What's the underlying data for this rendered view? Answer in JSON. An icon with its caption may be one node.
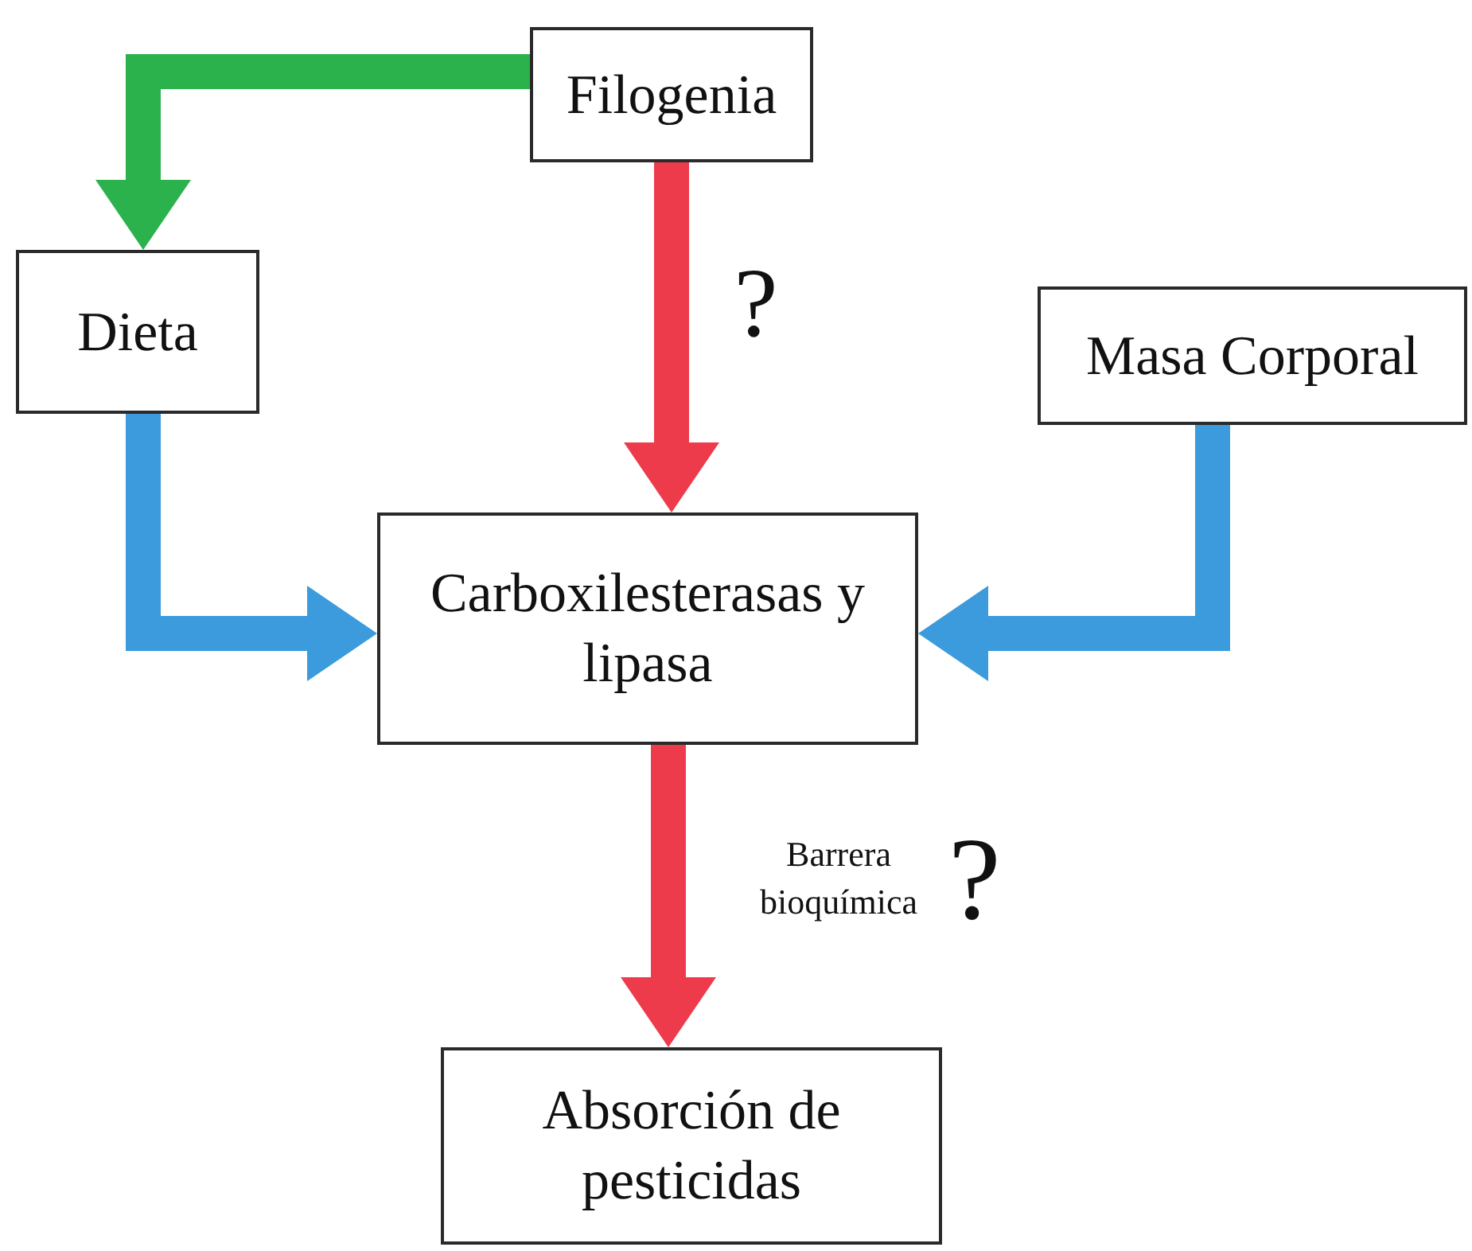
{
  "diagram": {
    "nodes": [
      {
        "text": [
          "Filogenia"
        ]
      },
      {
        "text": [
          "Dieta"
        ]
      },
      {
        "text": [
          "Masa Corporal"
        ]
      },
      {
        "text": [
          "Carboxilesterasas y lipasa"
        ]
      },
      {
        "text": [
          "Absorción de pesticidas"
        ]
      }
    ],
    "edges": [
      {
        "from": 0,
        "to": 1,
        "arrow": "to",
        "color": "#2bb24c"
      },
      {
        "from": 0,
        "to": 3,
        "arrow": "to",
        "label": "?",
        "color": "#ee3b4b"
      },
      {
        "from": 1,
        "to": 3,
        "arrow": "to",
        "color": "#3b9bdc"
      },
      {
        "from": 2,
        "to": 3,
        "arrow": "to",
        "color": "#3b9bdc"
      },
      {
        "from": 3,
        "to": 4,
        "arrow": "to",
        "label": "Barrera bioquímica",
        "color": "#ee3b4b"
      }
    ],
    "labels": [
      "?"
    ]
  }
}
